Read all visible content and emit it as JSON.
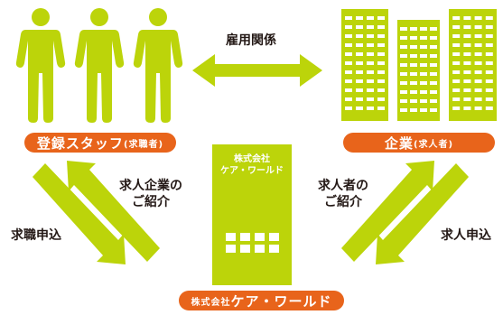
{
  "colors": {
    "green": "#bcd40a",
    "orange": "#e8641b",
    "text": "#231815",
    "white": "#ffffff"
  },
  "labels": {
    "employment_relation": "雇用関係",
    "staff_pill_main": "登録スタッフ",
    "staff_pill_sub": "(求職者)",
    "company_pill_main": "企業",
    "company_pill_sub": "(求人者)",
    "intro_companies_line1": "求人企業の",
    "intro_companies_line2": "ご紹介",
    "intro_seekers_line1": "求人者の",
    "intro_seekers_line2": "ご紹介",
    "job_application": "求職申込",
    "job_offer_application": "求人申込",
    "building_line1": "株式会社",
    "building_line2": "ケア・ワールド",
    "bottom_pill_prefix": "株式会社",
    "bottom_pill_main": "ケア・ワールド"
  },
  "icons": {
    "people": "person-figure-icon",
    "companies": "office-building-icon",
    "center": "agency-building-icon",
    "arrows": "arrow-icon"
  }
}
